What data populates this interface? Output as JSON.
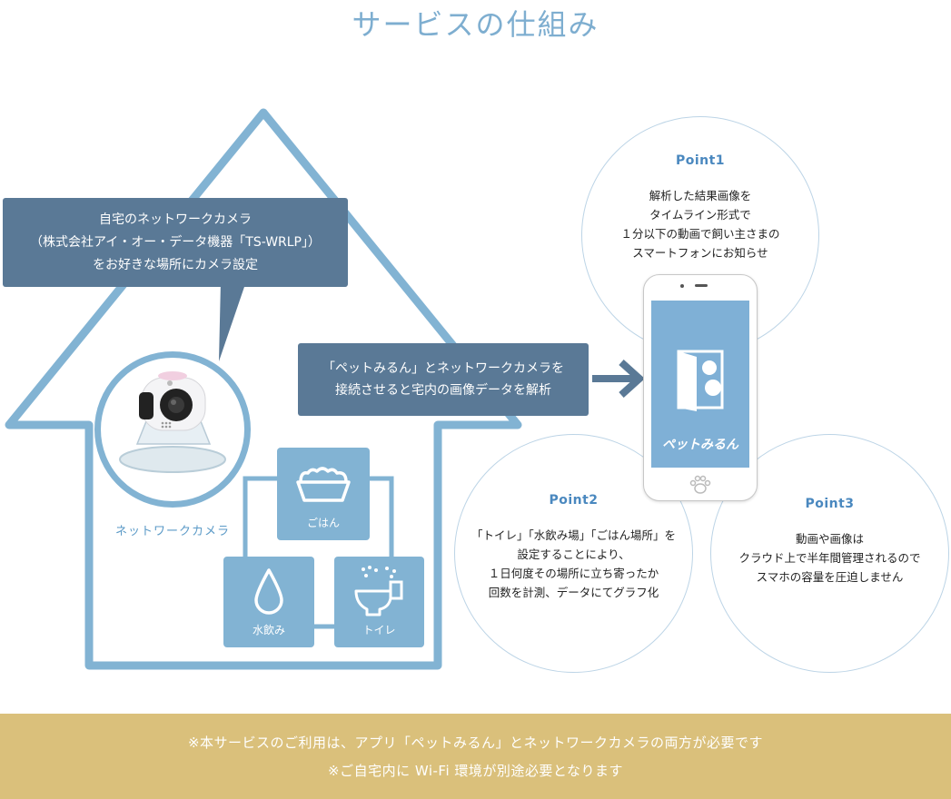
{
  "title": "サービスの仕組み",
  "callout": {
    "line1": "自宅のネットワークカメラ",
    "line2": "（株式会社アイ・オー・データ機器「TS-WRLP」）",
    "line3": "をお好きな場所にカメラ設定"
  },
  "camera": {
    "label": "ネットワークカメラ"
  },
  "tiles": {
    "food": "ごはん",
    "water": "水飲み",
    "toilet": "トイレ"
  },
  "analyze": {
    "line1": "「ペットみるん」とネットワークカメラを",
    "line2": "接続させると宅内の画像データを解析"
  },
  "points": [
    {
      "title": "Point1",
      "lines": [
        "解析した結果画像を",
        "タイムライン形式で",
        "１分以下の動画で飼い主さまの",
        "スマートフォンにお知らせ"
      ]
    },
    {
      "title": "Point2",
      "lines": [
        "「トイレ」「水飲み場」「ごはん場所」を",
        "設定することにより、",
        "１日何度その場所に立ち寄ったか",
        "回数を計測、データにてグラフ化"
      ]
    },
    {
      "title": "Point3",
      "lines": [
        "動画や画像は",
        "クラウド上で半年間管理されるので",
        "スマホの容量を圧迫しません"
      ]
    }
  ],
  "phone": {
    "app_name": "ペットみるん"
  },
  "banner": {
    "line1": "※本サービスのご利用は、アプリ「ペットみるん」とネットワークカメラの両方が必要です",
    "line2": "※ご自宅内に Wi-Fi 環境が別途必要となります"
  },
  "colors": {
    "house": "#82b3d3",
    "dark_box": "#5a7996",
    "banner": "#dac07b",
    "point_title": "#4a88bf"
  }
}
